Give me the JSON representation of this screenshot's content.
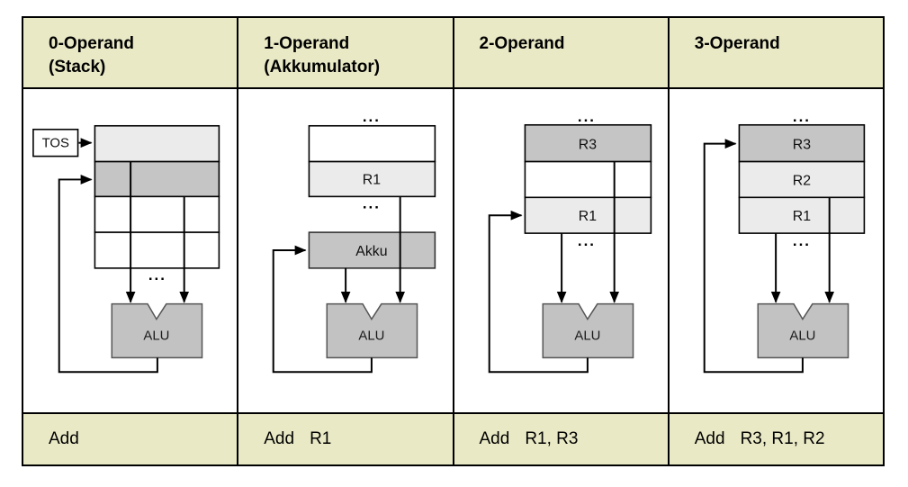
{
  "colors": {
    "band_background": "#e9e9c6",
    "register_dark": "#c5c5c5",
    "register_light": "#ebebeb",
    "register_white": "#ffffff",
    "alu_fill": "#c2c2c2",
    "border": "#000000"
  },
  "ellipsis": "...",
  "columns": [
    {
      "header_line1": "0-Operand",
      "header_line2": "(Stack)",
      "instruction": {
        "mnemonic": "Add",
        "operands": ""
      },
      "diagram": {
        "tos_label": "TOS",
        "alu_label": "ALU"
      }
    },
    {
      "header_line1": "1-Operand",
      "header_line2": "(Akkumulator)",
      "instruction": {
        "mnemonic": "Add",
        "operands": "R1"
      },
      "diagram": {
        "register_labels": [
          "",
          "R1"
        ],
        "accumulator_label": "Akku",
        "alu_label": "ALU"
      }
    },
    {
      "header_line1": "2-Operand",
      "header_line2": "",
      "instruction": {
        "mnemonic": "Add",
        "operands": "R1, R3"
      },
      "diagram": {
        "register_labels": [
          "R3",
          "",
          "R1"
        ],
        "alu_label": "ALU"
      }
    },
    {
      "header_line1": "3-Operand",
      "header_line2": "",
      "instruction": {
        "mnemonic": "Add",
        "operands": "R3, R1, R2"
      },
      "diagram": {
        "register_labels": [
          "R3",
          "R2",
          "R1"
        ],
        "alu_label": "ALU"
      }
    }
  ]
}
